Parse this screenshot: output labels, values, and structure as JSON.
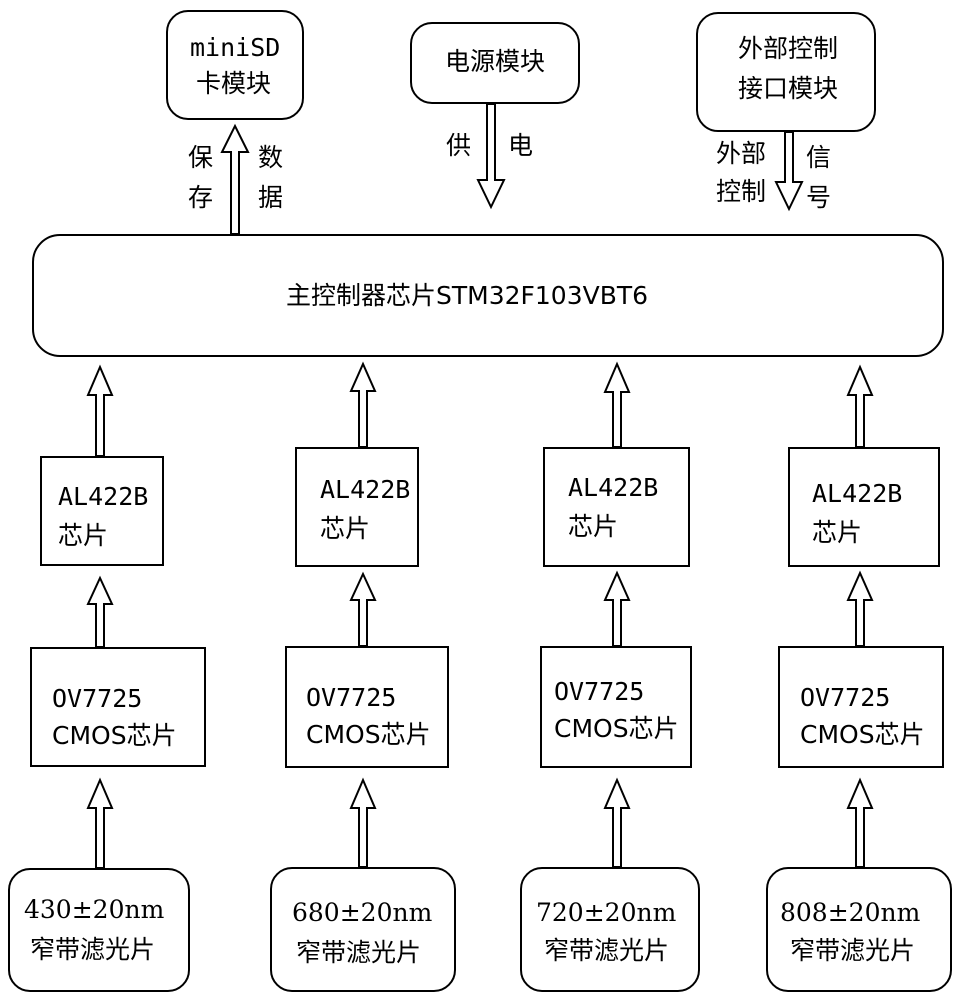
{
  "top_modules": {
    "minisd": {
      "line1": "miniSD",
      "line2": "卡模块"
    },
    "power": {
      "label": "电源模块"
    },
    "external": {
      "line1": "外部控制",
      "line2": "接口模块"
    }
  },
  "links": {
    "save_data": {
      "left": [
        "保",
        "存"
      ],
      "right": [
        "数",
        "据"
      ]
    },
    "power_supply": {
      "left": "供",
      "right": "电"
    },
    "external_signal": {
      "left": [
        "外部",
        "控制"
      ],
      "right": [
        "信",
        "号"
      ]
    }
  },
  "main_controller": {
    "label": "主控制器芯片STM32F103VBT6"
  },
  "channels": [
    {
      "fifo_line1": "AL422B",
      "fifo_line2": "芯片",
      "cmos_line1": "OV7725",
      "cmos_line2": "CMOS芯片",
      "filter_line1": "430±20nm",
      "filter_line2": "窄带滤光片"
    },
    {
      "fifo_line1": "AL422B",
      "fifo_line2": "芯片",
      "cmos_line1": "OV7725",
      "cmos_line2": "CMOS芯片",
      "filter_line1": "680±20nm",
      "filter_line2": "窄带滤光片"
    },
    {
      "fifo_line1": "AL422B",
      "fifo_line2": "芯片",
      "cmos_line1": "OV7725",
      "cmos_line2": "CMOS芯片",
      "filter_line1": "720±20nm",
      "filter_line2": "窄带滤光片"
    },
    {
      "fifo_line1": "AL422B",
      "fifo_line2": "芯片",
      "cmos_line1": "OV7725",
      "cmos_line2": "CMOS芯片",
      "filter_line1": "808±20nm",
      "filter_line2": "窄带滤光片"
    }
  ]
}
